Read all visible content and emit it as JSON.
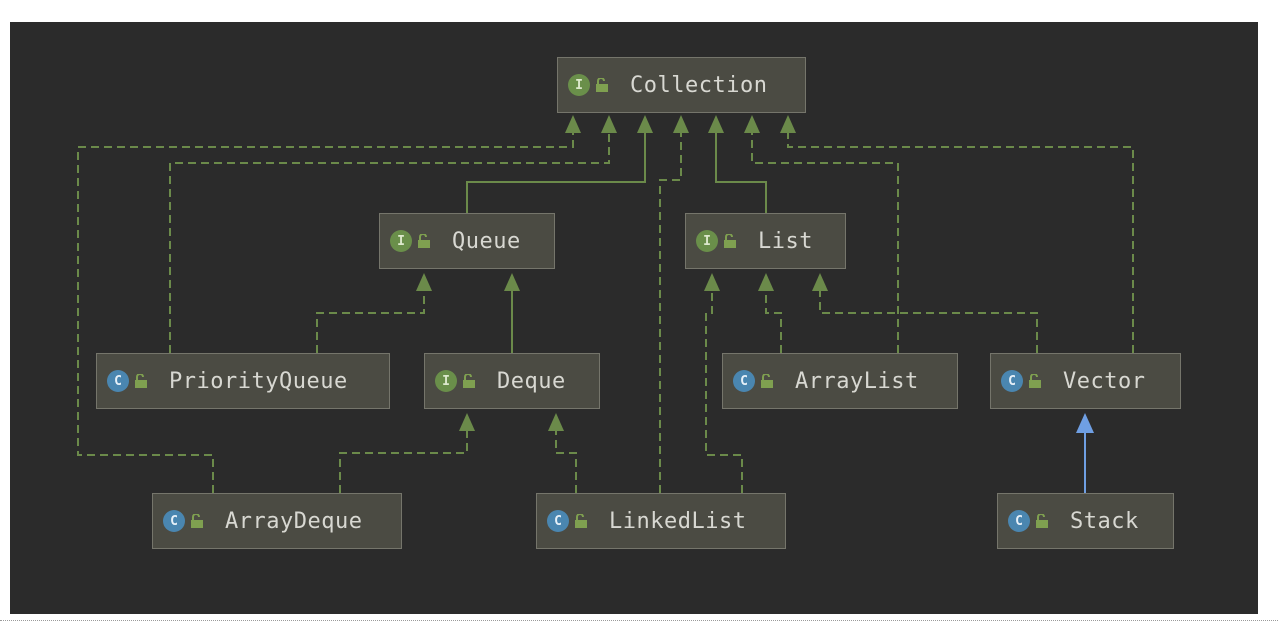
{
  "diagram": {
    "nodes": {
      "collection": {
        "label": "Collection",
        "kind": "I"
      },
      "queue": {
        "label": "Queue",
        "kind": "I"
      },
      "list": {
        "label": "List",
        "kind": "I"
      },
      "priority_queue": {
        "label": "PriorityQueue",
        "kind": "C"
      },
      "deque": {
        "label": "Deque",
        "kind": "I"
      },
      "array_list": {
        "label": "ArrayList",
        "kind": "C"
      },
      "vector": {
        "label": "Vector",
        "kind": "C"
      },
      "array_deque": {
        "label": "ArrayDeque",
        "kind": "C"
      },
      "linked_list": {
        "label": "LinkedList",
        "kind": "C"
      },
      "stack": {
        "label": "Stack",
        "kind": "C"
      }
    },
    "colors": {
      "background": "#2b2b2b",
      "node_fill": "#4b4b43",
      "interface_edge": "#6b8a4a",
      "class_edge": "#6f9fe3"
    }
  }
}
